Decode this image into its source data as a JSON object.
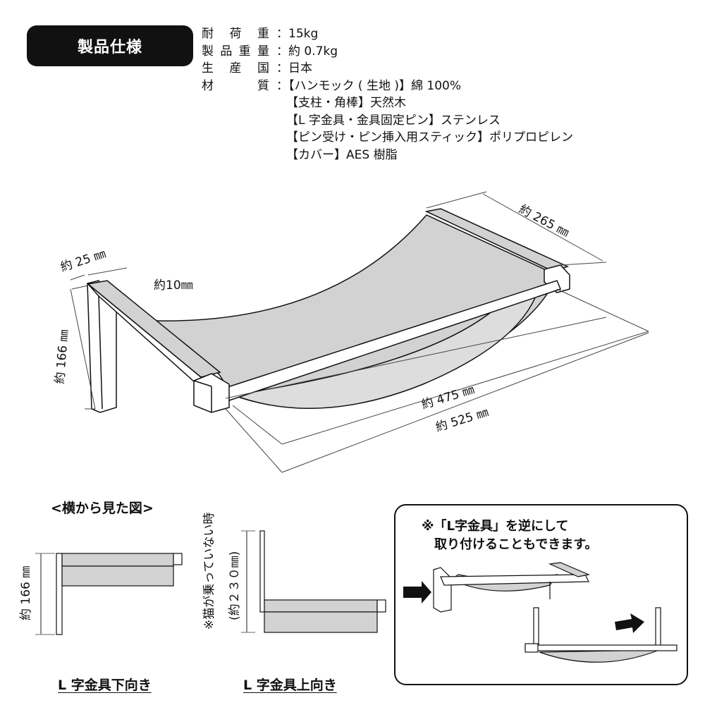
{
  "badge": "製品仕様",
  "specs": [
    {
      "label": [
        "耐",
        "荷",
        "重"
      ],
      "value": "：15kg"
    },
    {
      "label": [
        "製",
        "品",
        "重",
        "量"
      ],
      "value": "：約 0.7kg"
    },
    {
      "label": [
        "生",
        "産",
        "国"
      ],
      "value": "：日本"
    },
    {
      "label": [
        "材",
        "質"
      ],
      "value": "：【ハンモック ( 生地 )】綿 100%"
    }
  ],
  "materials_cont": [
    "【支柱・角棒】天然木",
    "【L 字金具・金具固定ピン】ステンレス",
    "【ピン受け・ピン挿入用スティック】ポリプロピレン",
    "【カバー】AES 樹脂"
  ],
  "dimensions": {
    "depth": "約 265 ㎜",
    "post_width": "約 25 ㎜",
    "thickness": "約10㎜",
    "height": "約 166 ㎜",
    "inner_width": "約 475 ㎜",
    "outer_width": "約 525 ㎜"
  },
  "side_view": {
    "title": "<横から見た図>",
    "down_height": "約 166 ㎜",
    "up_note": "※猫が乗っていない時",
    "up_height": "(約２３０㎜)",
    "caption_down": "L 字金具下向き",
    "caption_up": "L 字金具上向き"
  },
  "note": "※「L字金具」を逆にして\n　取り付けることもできます。"
}
